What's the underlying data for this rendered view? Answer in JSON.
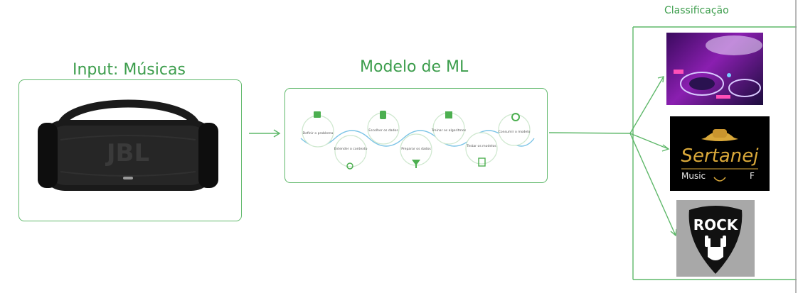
{
  "input": {
    "title": "Input: Músicas",
    "brand": "JBL"
  },
  "model": {
    "title": "Modelo de ML",
    "steps": [
      {
        "label": "Definir o problema",
        "icon": "target-person-icon"
      },
      {
        "label": "Entender o contexto",
        "icon": "magnifier-icon"
      },
      {
        "label": "Escolher os dados",
        "icon": "database-icon"
      },
      {
        "label": "Preparar os dados",
        "icon": "funnel-icon"
      },
      {
        "label": "Treinar os algoritmos",
        "icon": "cubes-icon"
      },
      {
        "label": "Testar os modelos",
        "icon": "checklist-icon"
      },
      {
        "label": "Consumir o modelo",
        "icon": "gears-icon"
      }
    ]
  },
  "classification": {
    "title": "Classificação",
    "genres": [
      {
        "name": "dj-electronic",
        "text": ""
      },
      {
        "name": "sertanejo",
        "text": "Sertanej",
        "sub_left": "Music",
        "sub_right": "F"
      },
      {
        "name": "rock",
        "text": "ROCK"
      }
    ]
  },
  "colors": {
    "accent": "#3c9d4c",
    "line": "#5fb86a"
  }
}
